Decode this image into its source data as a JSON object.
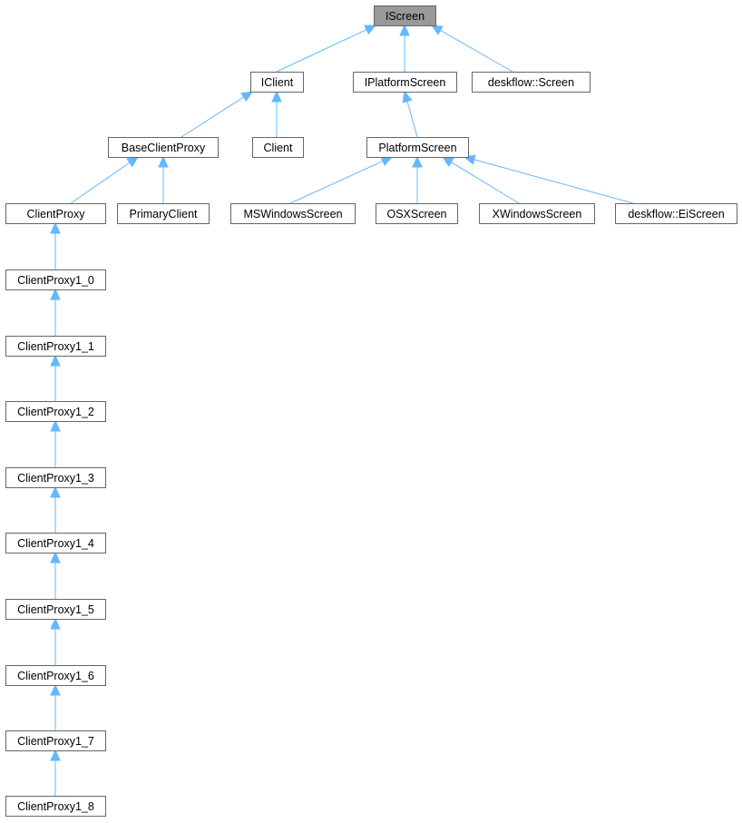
{
  "diagram": {
    "type": "class-inheritance-graph",
    "colors": {
      "edge": "#63b8ff",
      "node_border": "#666666",
      "node_fill": "#ffffff",
      "highlight_fill": "#999999"
    },
    "nodes": [
      {
        "id": "iscreen",
        "label": "IScreen",
        "highlight": true
      },
      {
        "id": "iclient",
        "label": "IClient"
      },
      {
        "id": "iplatformscreen",
        "label": "IPlatformScreen"
      },
      {
        "id": "deskflow-screen",
        "label": "deskflow::Screen"
      },
      {
        "id": "baseclientproxy",
        "label": "BaseClientProxy"
      },
      {
        "id": "client",
        "label": "Client"
      },
      {
        "id": "platformscreen",
        "label": "PlatformScreen"
      },
      {
        "id": "clientproxy",
        "label": "ClientProxy"
      },
      {
        "id": "primaryclient",
        "label": "PrimaryClient"
      },
      {
        "id": "mswindowsscreen",
        "label": "MSWindowsScreen"
      },
      {
        "id": "osxscreen",
        "label": "OSXScreen"
      },
      {
        "id": "xwindowsscreen",
        "label": "XWindowsScreen"
      },
      {
        "id": "deskflow-eiscreen",
        "label": "deskflow::EiScreen"
      },
      {
        "id": "clientproxy1_0",
        "label": "ClientProxy1_0"
      },
      {
        "id": "clientproxy1_1",
        "label": "ClientProxy1_1"
      },
      {
        "id": "clientproxy1_2",
        "label": "ClientProxy1_2"
      },
      {
        "id": "clientproxy1_3",
        "label": "ClientProxy1_3"
      },
      {
        "id": "clientproxy1_4",
        "label": "ClientProxy1_4"
      },
      {
        "id": "clientproxy1_5",
        "label": "ClientProxy1_5"
      },
      {
        "id": "clientproxy1_6",
        "label": "ClientProxy1_6"
      },
      {
        "id": "clientproxy1_7",
        "label": "ClientProxy1_7"
      },
      {
        "id": "clientproxy1_8",
        "label": "ClientProxy1_8"
      }
    ],
    "edges": [
      {
        "from": "iclient",
        "to": "iscreen"
      },
      {
        "from": "iplatformscreen",
        "to": "iscreen"
      },
      {
        "from": "deskflow-screen",
        "to": "iscreen"
      },
      {
        "from": "baseclientproxy",
        "to": "iclient"
      },
      {
        "from": "client",
        "to": "iclient"
      },
      {
        "from": "platformscreen",
        "to": "iplatformscreen"
      },
      {
        "from": "clientproxy",
        "to": "baseclientproxy"
      },
      {
        "from": "primaryclient",
        "to": "baseclientproxy"
      },
      {
        "from": "mswindowsscreen",
        "to": "platformscreen"
      },
      {
        "from": "osxscreen",
        "to": "platformscreen"
      },
      {
        "from": "xwindowsscreen",
        "to": "platformscreen"
      },
      {
        "from": "deskflow-eiscreen",
        "to": "platformscreen"
      },
      {
        "from": "clientproxy1_0",
        "to": "clientproxy"
      },
      {
        "from": "clientproxy1_1",
        "to": "clientproxy1_0"
      },
      {
        "from": "clientproxy1_2",
        "to": "clientproxy1_1"
      },
      {
        "from": "clientproxy1_3",
        "to": "clientproxy1_2"
      },
      {
        "from": "clientproxy1_4",
        "to": "clientproxy1_3"
      },
      {
        "from": "clientproxy1_5",
        "to": "clientproxy1_4"
      },
      {
        "from": "clientproxy1_6",
        "to": "clientproxy1_5"
      },
      {
        "from": "clientproxy1_7",
        "to": "clientproxy1_6"
      },
      {
        "from": "clientproxy1_8",
        "to": "clientproxy1_7"
      }
    ]
  }
}
